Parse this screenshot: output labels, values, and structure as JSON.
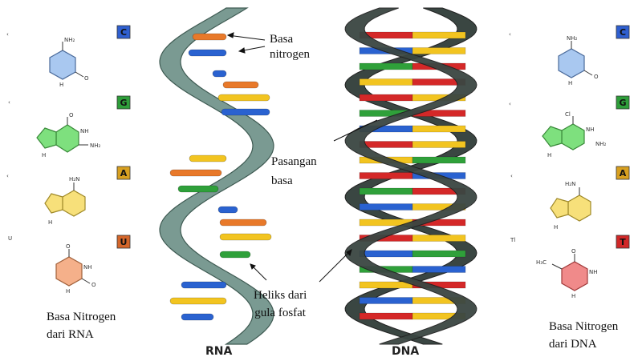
{
  "labels": {
    "basa_nitrogen": [
      "Basa",
      "nitrogen"
    ],
    "pasangan_basa": [
      "Pasangan",
      "basa"
    ],
    "heliks": [
      "Heliks dari",
      "gula fosfat"
    ],
    "rna_bases_caption": [
      "Basa Nitrogen",
      "dari RNA"
    ],
    "dna_bases_caption": [
      "Basa Nitrogen",
      "dari DNA"
    ],
    "rna_title": "RNA",
    "dna_title": "DNA"
  },
  "rna_bases": [
    {
      "letter": "C",
      "color": "#2f5fd0",
      "ring": "#a9c8f0"
    },
    {
      "letter": "G",
      "color": "#2e9e3a",
      "ring": "#7ee07e"
    },
    {
      "letter": "A",
      "color": "#d8a020",
      "ring": "#f7e07a"
    },
    {
      "letter": "U",
      "color": "#d4662a",
      "ring": "#f5b08a"
    }
  ],
  "dna_bases": [
    {
      "letter": "C",
      "color": "#2f5fd0",
      "ring": "#a9c8f0"
    },
    {
      "letter": "G",
      "color": "#2e9e3a",
      "ring": "#7ee07e"
    },
    {
      "letter": "A",
      "color": "#d8a020",
      "ring": "#f7e07a"
    },
    {
      "letter": "T",
      "color": "#d02828",
      "ring": "#f08a8a"
    }
  ],
  "colors": {
    "rna_backbone": "#7a9a92",
    "dna_backbone": "#3a4642",
    "pair_orange": "#e8792a",
    "pair_blue": "#2a62d0",
    "pair_yellow": "#f2c420",
    "pair_green": "#2fa03a",
    "pair_red": "#d42828"
  }
}
